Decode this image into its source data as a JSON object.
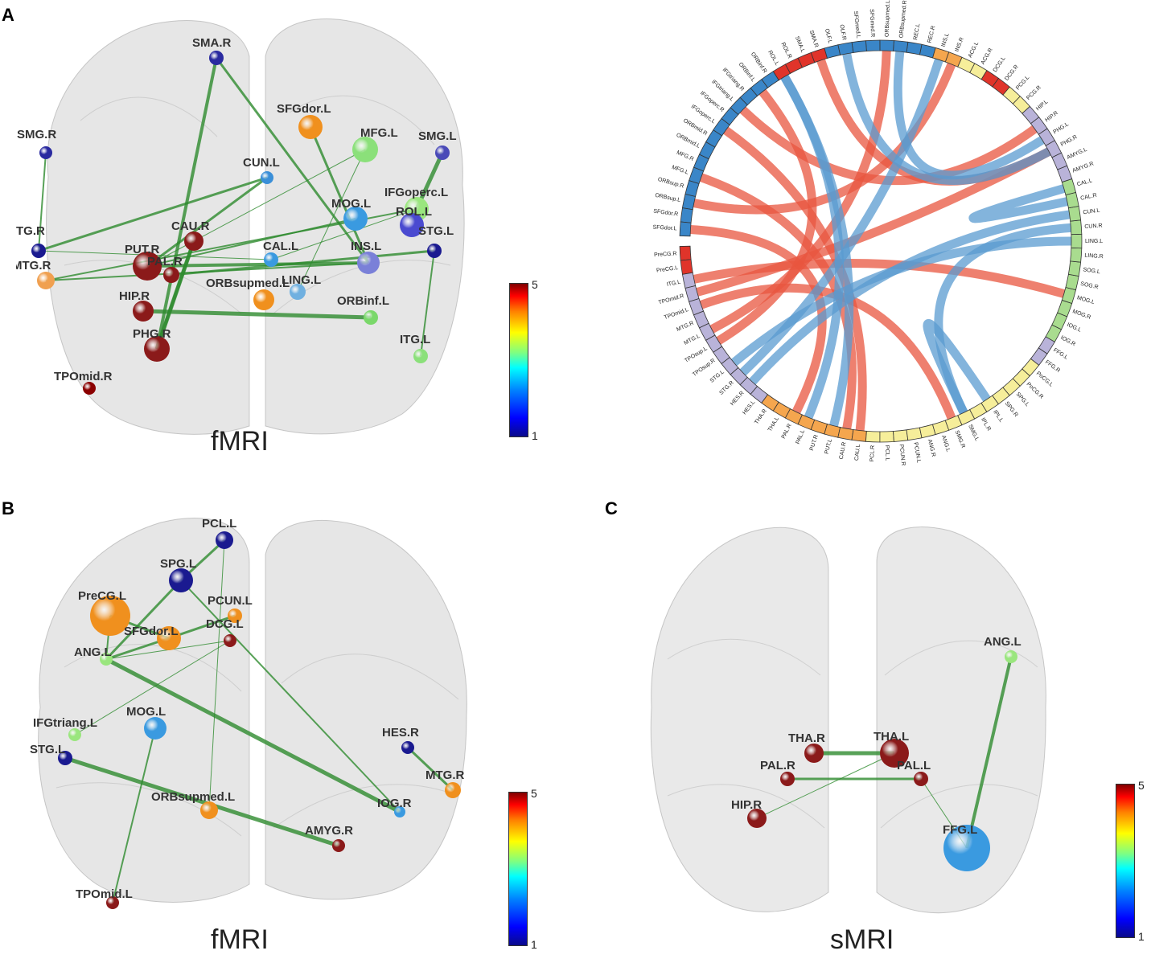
{
  "panels": {
    "A": {
      "letter": "A",
      "modality": "fMRI",
      "colorbar": {
        "min": "1",
        "max": "5"
      },
      "nodes": [
        {
          "label": "SMA.R",
          "color": "#2a2aa0"
        },
        {
          "label": "SFGdor.L",
          "color": "#f0901e"
        },
        {
          "label": "MFG.L",
          "color": "#8be07a"
        },
        {
          "label": "SMG.R",
          "color": "#2a2aa0"
        },
        {
          "label": "SMG.L",
          "color": "#4a4ab8"
        },
        {
          "label": "CUN.L",
          "color": "#3a8fd8"
        },
        {
          "label": "IFGoperc.L",
          "color": "#9ae67e"
        },
        {
          "label": "MOG.L",
          "color": "#3a9ae0"
        },
        {
          "label": "ROL.L",
          "color": "#4a4ad0"
        },
        {
          "label": "CAU.R",
          "color": "#8b1a1a"
        },
        {
          "label": "STG.R",
          "color": "#1a1a90"
        },
        {
          "label": "STG.L",
          "color": "#1a1a90"
        },
        {
          "label": "PUT.R",
          "color": "#8b1a1a"
        },
        {
          "label": "PAL.R",
          "color": "#8b1a1a"
        },
        {
          "label": "CAL.L",
          "color": "#3a9ae0"
        },
        {
          "label": "INS.L",
          "color": "#7a80d8"
        },
        {
          "label": "MTG.R",
          "color": "#f0a050"
        },
        {
          "label": "LING.L",
          "color": "#70b0e0"
        },
        {
          "label": "ORBsupmed.L",
          "color": "#f0901e"
        },
        {
          "label": "HIP.R",
          "color": "#8b1a1a"
        },
        {
          "label": "ORBinf.L",
          "color": "#7ad86a"
        },
        {
          "label": "PHG.R",
          "color": "#8b1a1a"
        },
        {
          "label": "ITG.L",
          "color": "#8be07a"
        },
        {
          "label": "TPOmid.R",
          "color": "#8b0000"
        }
      ],
      "chord_labels": [
        "PreCG.R",
        "PreCG.L",
        "ITG.L",
        "TPOmid.R",
        "TPOmid.L",
        "MTG.R",
        "MTG.L",
        "TPOsup.L",
        "TPOsup.R",
        "STG.L",
        "STG.R",
        "HES.R",
        "HES.L",
        "THA.R",
        "THA.L",
        "PAL.R",
        "PAL.L",
        "PUT.R",
        "PUT.L",
        "CAU.R",
        "CAU.L",
        "PCL.R",
        "PCL.L",
        "PCUN.R",
        "PCUN.L",
        "ANG.R",
        "ANG.L",
        "SMG.R",
        "SMG.L",
        "IPL.R",
        "IPL.L",
        "SPG.R",
        "SPG.L",
        "PoCG.R",
        "PoCG.L",
        "FFG.R",
        "FFG.L",
        "IOG.R",
        "IOG.L",
        "MOG.R",
        "MOG.L",
        "SOG.R",
        "SOG.L",
        "LING.R",
        "LING.L",
        "CUN.R",
        "CUN.L",
        "CAL.R",
        "CAL.L",
        "AMYG.R",
        "AMYG.L",
        "PHG.R",
        "PHG.L",
        "HIP.R",
        "HIP.L",
        "PCG.R",
        "PCG.L",
        "DCG.R",
        "DCG.L",
        "ACG.R",
        "ACG.L",
        "INS.R",
        "INS.L",
        "REC.R",
        "REC.L",
        "ORBsupmed.R",
        "ORBsupmed.L",
        "SFGmed.R",
        "SFGmed.L",
        "OLF.R",
        "OLF.L",
        "SMA.R",
        "SMA.L",
        "ROL.R",
        "ROL.L",
        "ORBinf.R",
        "ORBinf.L",
        "IFGtriang.R",
        "IFGtriang.L",
        "IFGoperc.R",
        "IFGoperc.L",
        "ORBmid.R",
        "ORBmid.L",
        "MFG.R",
        "MFG.L",
        "ORBsup.R",
        "ORBsup.L",
        "SFGdor.R",
        "SFGdor.L"
      ]
    },
    "B": {
      "letter": "B",
      "modality": "fMRI",
      "colorbar": {
        "min": "1",
        "max": "5"
      },
      "nodes": [
        {
          "label": "PCL.L",
          "color": "#1a1a90"
        },
        {
          "label": "SPG.L",
          "color": "#1a1a90"
        },
        {
          "label": "PreCG.L",
          "color": "#f0901e"
        },
        {
          "label": "PCUN.L",
          "color": "#f0901e"
        },
        {
          "label": "SFGdor.L",
          "color": "#f0901e"
        },
        {
          "label": "DCG.L",
          "color": "#8b1a1a"
        },
        {
          "label": "ANG.L",
          "color": "#9ae67e"
        },
        {
          "label": "IFGtriang.L",
          "color": "#9ae67e"
        },
        {
          "label": "MOG.L",
          "color": "#3a9ae0"
        },
        {
          "label": "STG.L",
          "color": "#1a1a90"
        },
        {
          "label": "HES.R",
          "color": "#1a1a90"
        },
        {
          "label": "MTG.R",
          "color": "#f0901e"
        },
        {
          "label": "ORBsupmed.L",
          "color": "#f0901e"
        },
        {
          "label": "IOG.R",
          "color": "#3a9ae0"
        },
        {
          "label": "AMYG.R",
          "color": "#8b1a1a"
        },
        {
          "label": "TPOmid.L",
          "color": "#8b1a1a"
        }
      ]
    },
    "C": {
      "letter": "C",
      "modality": "sMRI",
      "colorbar": {
        "min": "1",
        "max": "5"
      },
      "nodes": [
        {
          "label": "ANG.L",
          "color": "#9ae67e"
        },
        {
          "label": "THA.R",
          "color": "#8b1a1a"
        },
        {
          "label": "THA.L",
          "color": "#8b1a1a"
        },
        {
          "label": "PAL.R",
          "color": "#8b1a1a"
        },
        {
          "label": "PAL.L",
          "color": "#8b1a1a"
        },
        {
          "label": "HIP.R",
          "color": "#8b1a1a"
        },
        {
          "label": "FFG.L",
          "color": "#3a9ae0"
        }
      ]
    }
  }
}
